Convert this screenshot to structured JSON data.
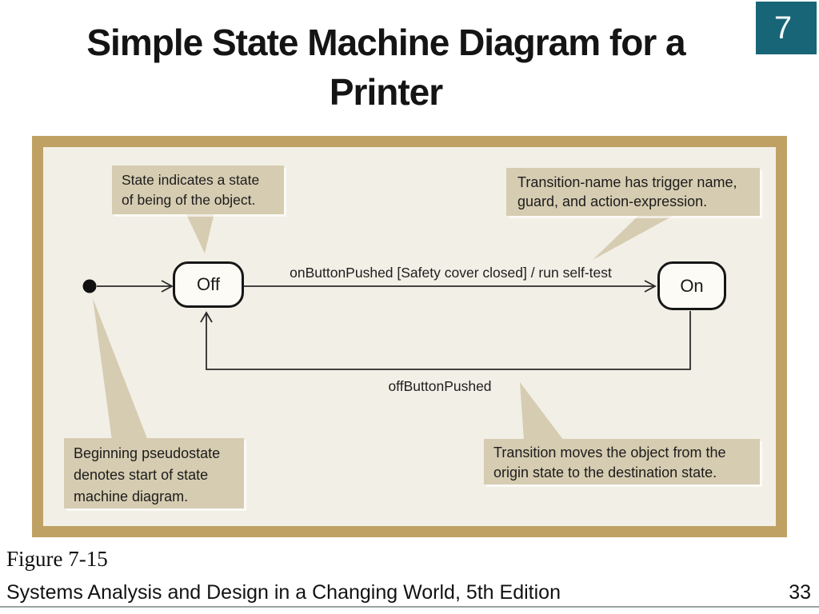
{
  "page_number_badge": "7",
  "title": {
    "line1": "Simple State Machine Diagram for a",
    "line2": "Printer"
  },
  "diagram": {
    "callouts": {
      "state_note": {
        "line1": "State indicates a state",
        "line2": "of being of the object."
      },
      "transition_name_note": {
        "line1": "Transition-name has trigger name,",
        "line2": "guard, and action-expression."
      },
      "pseudostate_note": {
        "line1": "Beginning pseudostate",
        "line2": "denotes start of state",
        "line3": "machine diagram."
      },
      "transition_note": {
        "line1": "Transition moves the object from the",
        "line2": "origin state to the destination state."
      }
    },
    "states": {
      "off": "Off",
      "on": "On"
    },
    "transitions": {
      "on_label": "onButtonPushed [Safety cover closed] / run self-test",
      "off_label": "offButtonPushed"
    }
  },
  "footer": {
    "figure": "Figure 7-15",
    "book": "Systems Analysis and Design in a Changing World, 5th Edition",
    "page": "33"
  },
  "colors": {
    "accent_teal": "#186578",
    "frame_border": "#bfa263",
    "canvas_beige": "#f2efe6",
    "callout_tan": "#d6ccb1"
  }
}
